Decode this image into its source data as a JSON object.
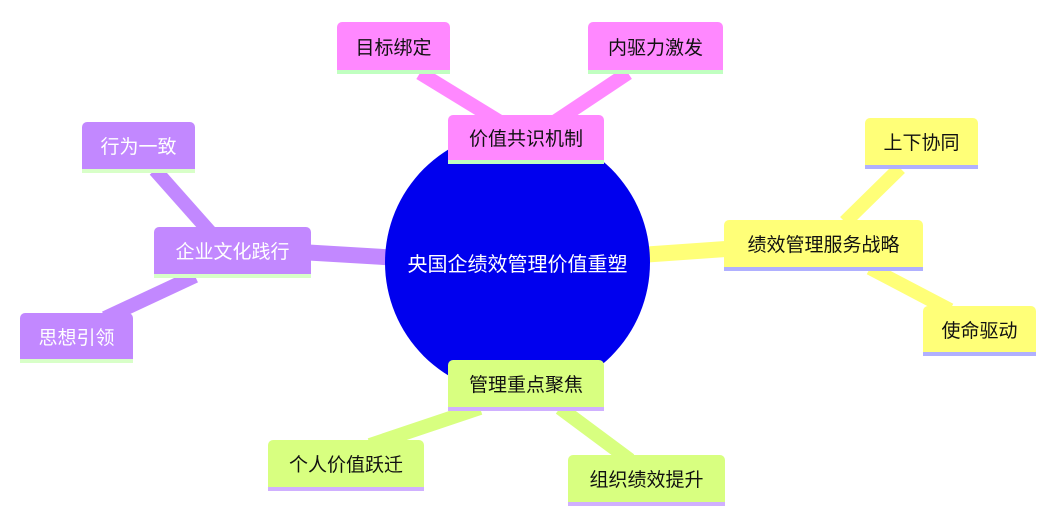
{
  "root": "央国企绩效管理价值重塑",
  "branches": [
    {
      "label": "价值共识机制",
      "color": "#ff88ff",
      "children": [
        "目标绑定",
        "内驱力激发"
      ]
    },
    {
      "label": "绩效管理服务战略",
      "color": "#ffff78",
      "children": [
        "上下协同",
        "使命驱动"
      ]
    },
    {
      "label": "管理重点聚焦",
      "color": "#d8ff80",
      "children": [
        "个人价值跃迁",
        "组织绩效提升"
      ]
    },
    {
      "label": "企业文化践行",
      "color": "#c288ff",
      "children": [
        "行为一致",
        "思想引领"
      ]
    }
  ],
  "root_color": "#0000ee"
}
